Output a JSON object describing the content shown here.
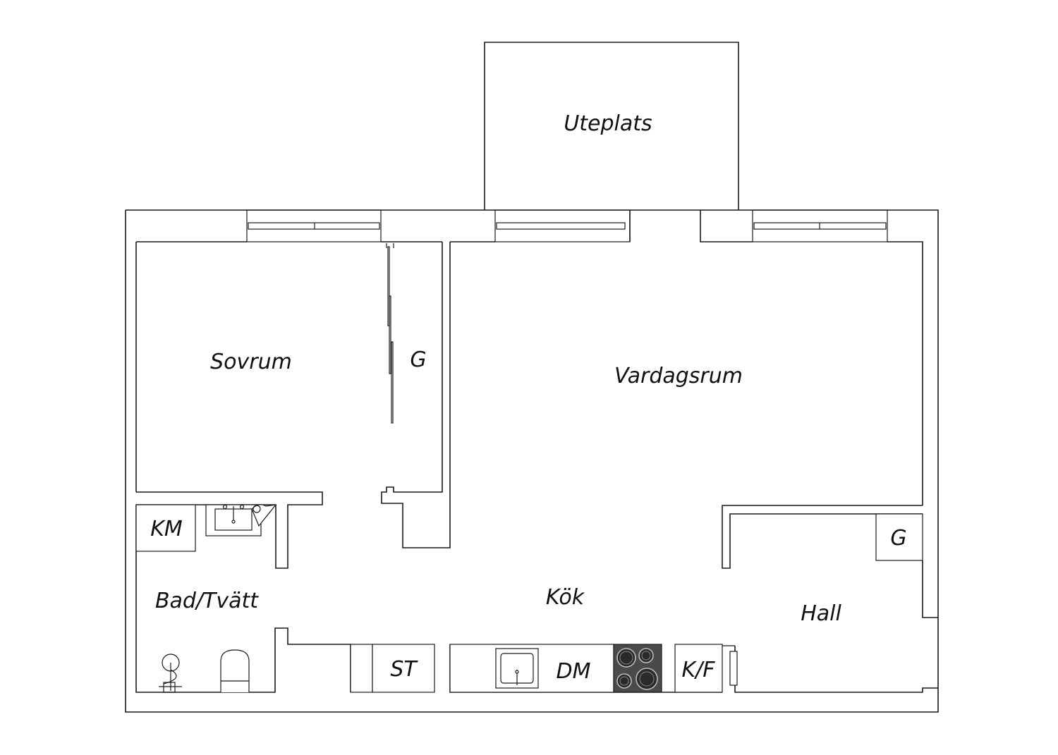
{
  "plan": {
    "rooms": {
      "uteplats": "Uteplats",
      "sovrum": "Sovrum",
      "garderob_sovrum": "G",
      "vardagsrum": "Vardagsrum",
      "km": "KM",
      "bad_tvatt": "Bad/Tvätt",
      "kok": "Kök",
      "hall": "Hall",
      "garderob_hall": "G",
      "st": "ST",
      "dm": "DM",
      "kf": "K/F"
    }
  }
}
